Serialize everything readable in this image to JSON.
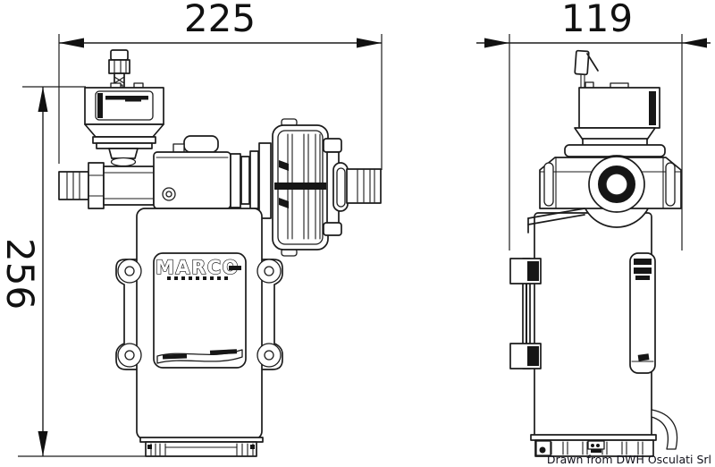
{
  "page": {
    "background": "#ffffff",
    "line_color": "#1b1b1b",
    "text_color": "#111111"
  },
  "dimensions": {
    "front_width_mm": "225",
    "side_width_mm": "119",
    "height_mm": "256"
  },
  "branding": {
    "pump_logo": "MARCO"
  },
  "watermark": {
    "text": "Drawn from DWH Osculati Srl"
  }
}
